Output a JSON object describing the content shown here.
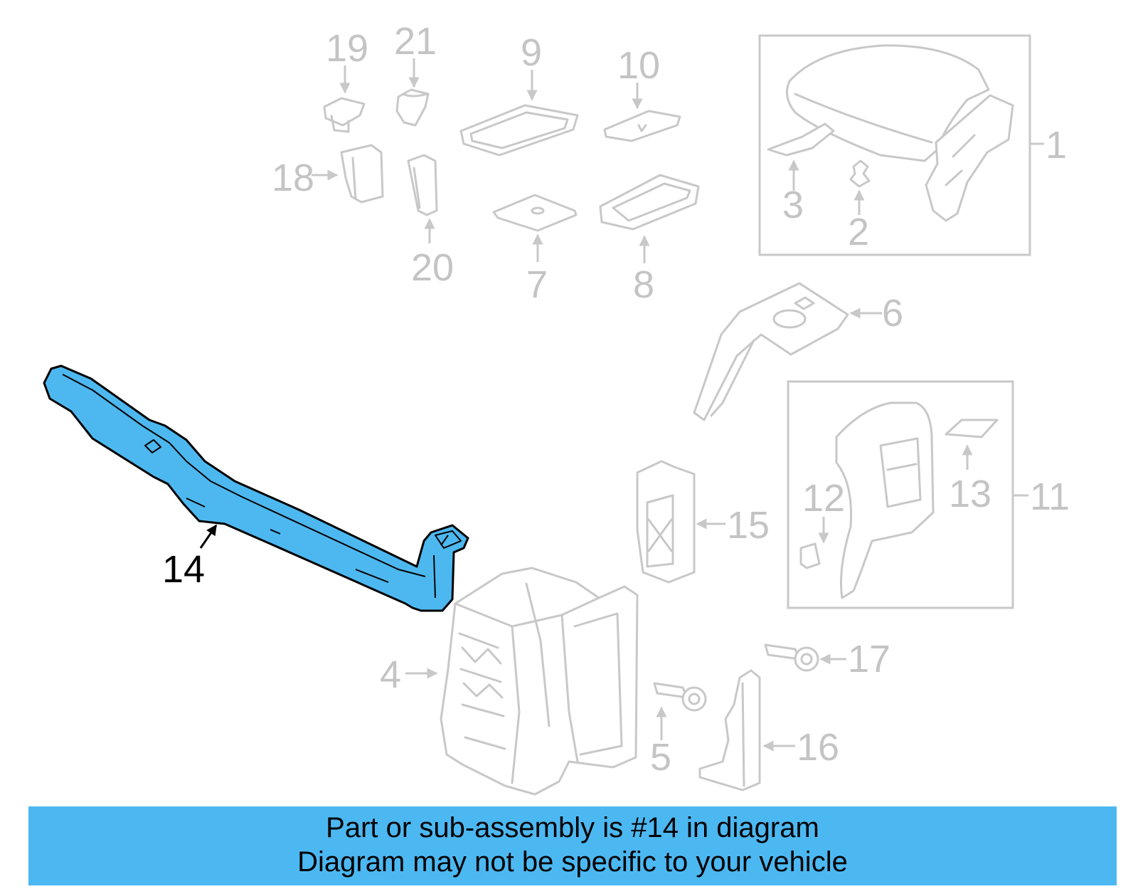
{
  "diagram": {
    "highlighted_part": "14",
    "highlight_color": "#4db8f0",
    "callouts": {
      "n1": "1",
      "n2": "2",
      "n3": "3",
      "n4": "4",
      "n5": "5",
      "n6": "6",
      "n7": "7",
      "n8": "8",
      "n9": "9",
      "n10": "10",
      "n11": "11",
      "n12": "12",
      "n13": "13",
      "n14": "14",
      "n15": "15",
      "n16": "16",
      "n17": "17",
      "n18": "18",
      "n19": "19",
      "n20": "20",
      "n21": "21"
    }
  },
  "banner": {
    "line1": "Part or sub-assembly is #14 in diagram",
    "line2": "Diagram may not be specific to your vehicle",
    "color": "#4cb8f2"
  }
}
